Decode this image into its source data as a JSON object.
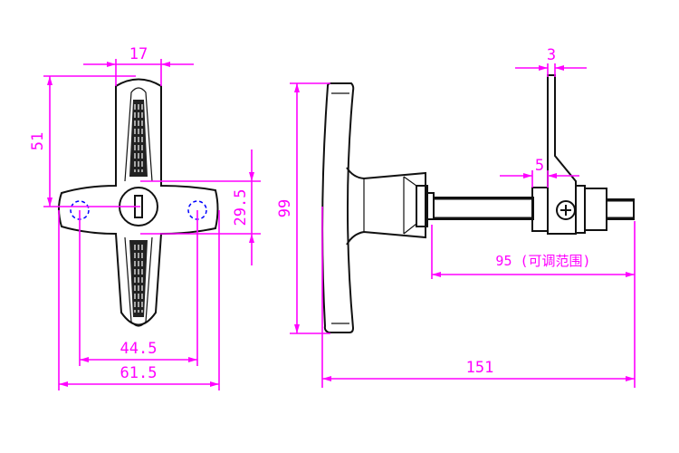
{
  "drawing": {
    "front_view": {
      "dimensions": {
        "top_width": "17",
        "height_upper": "51",
        "hub_height": "29.5",
        "hole_spacing": "44.5",
        "overall_width": "61.5"
      }
    },
    "side_view": {
      "dimensions": {
        "knob_height": "99",
        "bracket_thickness": "3",
        "bracket_offset": "5",
        "adjustable_range": "95 (可调范围)",
        "overall_length": "151"
      }
    },
    "colors": {
      "dimension": "#ff00ff",
      "outline": "#111111",
      "hidden_hole": "#0000ff"
    }
  }
}
